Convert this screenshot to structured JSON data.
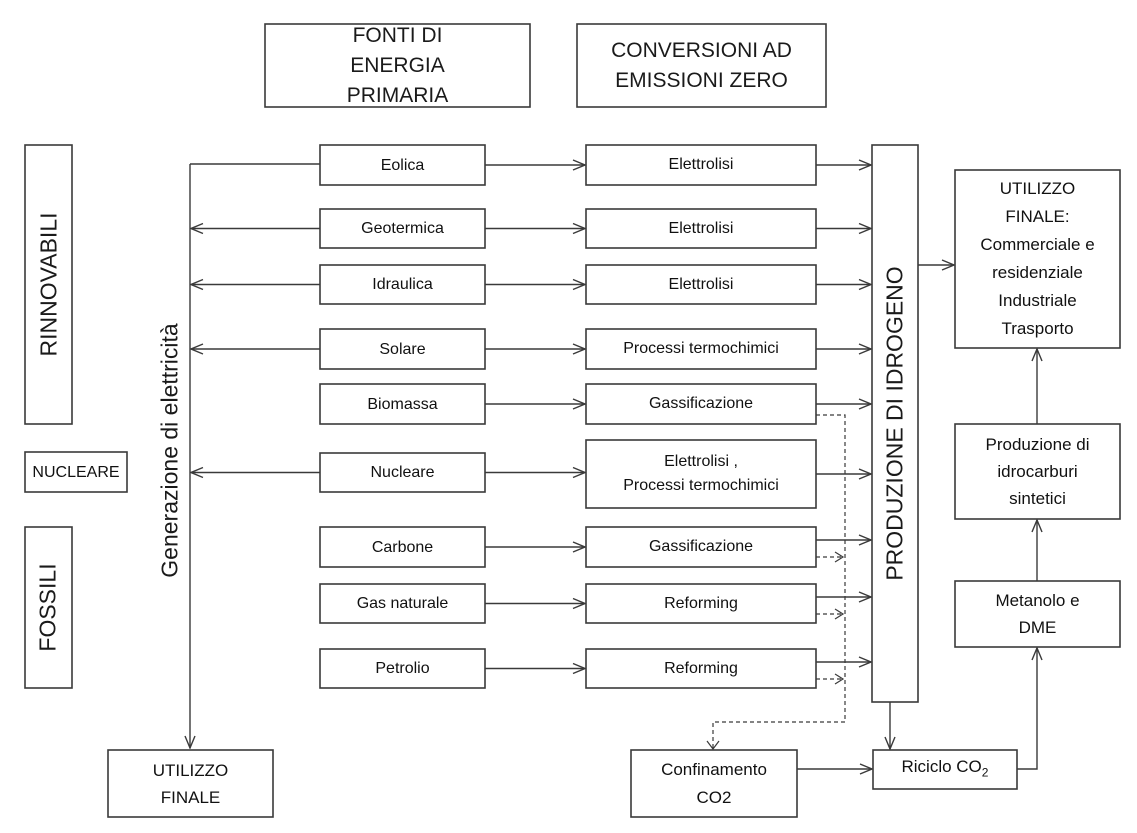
{
  "headers": {
    "primary_sources": "FONTI DI ENERGIA PRIMARIA",
    "zero_emission_conversions": "CONVERSIONI AD EMISSIONI ZERO"
  },
  "categories": {
    "renewables": "RINNOVABILI",
    "nuclear": "NUCLEARE",
    "fossils": "FOSSILI"
  },
  "electricity_bus_label": "Generazione di elettricità",
  "final_use_left": [
    "UTILIZZO",
    "FINALE"
  ],
  "rows": [
    {
      "source": "Eolica",
      "conversion": [
        "Elettrolisi"
      ],
      "feeds_electricity": true,
      "co2_capture": false
    },
    {
      "source": "Geotermica",
      "conversion": [
        "Elettrolisi"
      ],
      "feeds_electricity": true,
      "co2_capture": false
    },
    {
      "source": "Idraulica",
      "conversion": [
        "Elettrolisi"
      ],
      "feeds_electricity": true,
      "co2_capture": false
    },
    {
      "source": "Solare",
      "conversion": [
        "Processi termochimici"
      ],
      "feeds_electricity": true,
      "co2_capture": false
    },
    {
      "source": "Biomassa",
      "conversion": [
        "Gassificazione"
      ],
      "feeds_electricity": false,
      "co2_capture": true
    },
    {
      "source": "Nucleare",
      "conversion": [
        "Elettrolisi ,",
        "Processi termochimici"
      ],
      "feeds_electricity": true,
      "co2_capture": false
    },
    {
      "source": "Carbone",
      "conversion": [
        "Gassificazione"
      ],
      "feeds_electricity": false,
      "co2_capture": true
    },
    {
      "source": "Gas naturale",
      "conversion": [
        "Reforming"
      ],
      "feeds_electricity": false,
      "co2_capture": true
    },
    {
      "source": "Petrolio",
      "conversion": [
        "Reforming"
      ],
      "feeds_electricity": false,
      "co2_capture": true
    }
  ],
  "hydrogen_production": "PRODUZIONE DI IDROGENO",
  "final_use_right": [
    "UTILIZZO",
    "FINALE:",
    "Commerciale e",
    "residenziale",
    "Industriale",
    "Trasporto"
  ],
  "synthetic_hydrocarbons": [
    "Produzione di",
    "idrocarburi",
    "sintetici"
  ],
  "methanol_dme": [
    "Metanolo e",
    "DME"
  ],
  "co2_confinement": [
    "Confinamento",
    "CO2"
  ],
  "co2_recycle": {
    "text": "Riciclo CO",
    "subscript": "2"
  }
}
